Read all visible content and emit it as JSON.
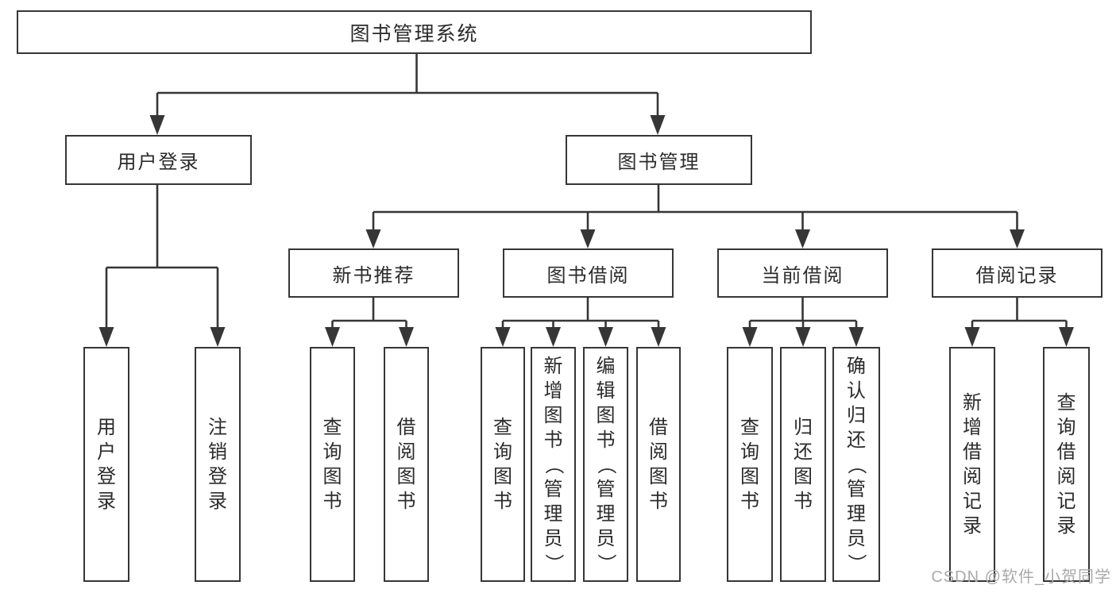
{
  "colors": {
    "line": "#363636",
    "text": "#2b2b2b",
    "watermark": "#a9a9a9",
    "background": "#ffffff"
  },
  "root": {
    "label": "图书管理系统"
  },
  "level2": [
    {
      "label": "用户登录"
    },
    {
      "label": "图书管理"
    }
  ],
  "level3": [
    {
      "label": "新书推荐"
    },
    {
      "label": "图书借阅"
    },
    {
      "label": "当前借阅"
    },
    {
      "label": "借阅记录"
    }
  ],
  "leaves": {
    "user": [
      {
        "label": "用户登录"
      },
      {
        "label": "注销登录"
      }
    ],
    "newbook": [
      {
        "label": "查询图书"
      },
      {
        "label": "借阅图书"
      }
    ],
    "borrow": [
      {
        "label": "查询图书"
      },
      {
        "label": "新增图书（管理员）"
      },
      {
        "label": "编辑图书（管理员）"
      },
      {
        "label": "借阅图书"
      }
    ],
    "current": [
      {
        "label": "查询图书"
      },
      {
        "label": "归还图书"
      },
      {
        "label": "确认归还（管理员）"
      }
    ],
    "records": [
      {
        "label": "新增借阅记录"
      },
      {
        "label": "查询借阅记录"
      }
    ]
  },
  "watermark": {
    "text": "CSDN @软件_小贺同学"
  }
}
